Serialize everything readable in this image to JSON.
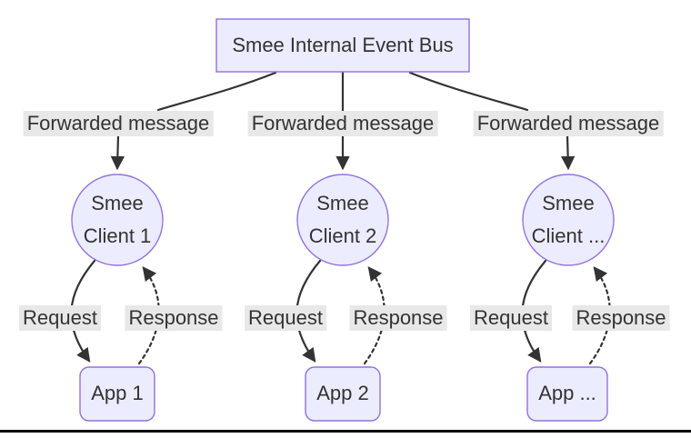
{
  "diagram": {
    "type": "flowchart",
    "event_bus_label": "Smee Internal Event Bus",
    "colors": {
      "node_fill": "#ECECFF",
      "node_stroke": "#9370DB",
      "edge_color": "#333333",
      "label_bg": "#e8e8e8",
      "text": "#333333"
    },
    "columns": [
      {
        "forwarded_label": "Forwarded message",
        "client_line1": "Smee",
        "client_line2": "Client 1",
        "request_label": "Request",
        "response_label": "Response",
        "app_label": "App 1"
      },
      {
        "forwarded_label": "Forwarded message",
        "client_line1": "Smee",
        "client_line2": "Client 2",
        "request_label": "Request",
        "response_label": "Response",
        "app_label": "App 2"
      },
      {
        "forwarded_label": "Forwarded message",
        "client_line1": "Smee",
        "client_line2": "Client ...",
        "request_label": "Request",
        "response_label": "Response",
        "app_label": "App ..."
      }
    ]
  }
}
